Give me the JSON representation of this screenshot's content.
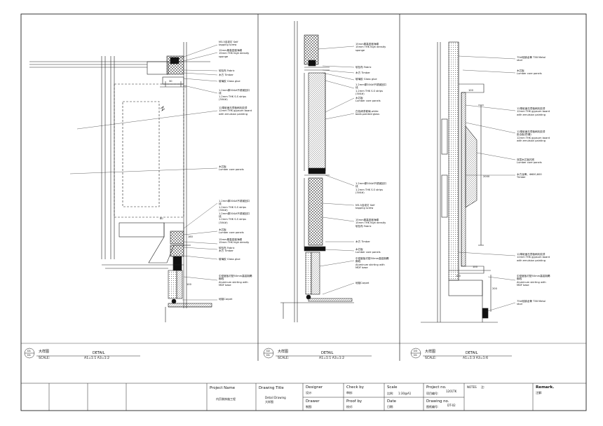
{
  "panels": [
    {
      "key": "p1",
      "notes": [
        "M3.5自攻钉 Self\ntapping screw",
        "15mm厚高密度海绵\n15mm THK high density\nsponge",
        "软包布 Fabric",
        "木方 Timber",
        "玻璃胶 Glass glue",
        "1.2mm厚304#不锈钢回口\n线\n1.2mm THK S.S strips\n(304#)",
        "12厚纸面石膏板刷乳胶漆\n12mm THK gypsum board\nwith emulsion painting",
        "木芯板\nLumber core panels",
        "1.2mm厚304#不锈钢回口\n线\n1.2mm THK S.S strips\n(304#)\n1.2mm厚304#不锈钢回口\n线\n1.2mm THK S.S strips\n(304#)",
        "木芯板\nLumber core panels",
        "15mm厚高密度海绵\n15mm THK high density",
        "软包布 Fabric\n木方 Timber",
        "玻璃胶 Glass glue",
        "中密度板衬垫50mm高铝制踢\n脚线\nAluminum skirting with\nMDF base",
        "地毯Carpet"
      ],
      "dims": [
        "30",
        "80",
        "160",
        "100"
      ],
      "title_cn": "大样图",
      "title_en": "DETAIL",
      "symbol_top": "D1",
      "symbol_bottom": "D1",
      "scale_label": "SCALE:",
      "scale_value": "A1=1:1 A3=1:2"
    },
    {
      "key": "p2",
      "notes": [
        "15mm厚高密度海绵\n15mm THK high density\nsponge",
        "软包布 Fabric",
        "木方 Timber",
        "玻璃胶 Glass glue",
        "1.2mm厚304#不锈钢回口\n线\n1.2mm THK S.S strips\n(304#)",
        "木芯板\nLumber core panels",
        "白色烤漆玻璃 white\nbaek-painted glass",
        "1.2mm厚304#不锈钢回口\n线\n1.2mm THK S.S strips\n(304#)",
        "M3.5自攻钉 Self\ntapping screw",
        "15mm厚高密度海绵\n15mm THK high density\n软包布 Fabric",
        "木方 Timber",
        "木芯板\nLumber core panels",
        "中密度板衬垫50mm高铝制踢\n脚线\nAluminum skirting with\nMDF base",
        "地毯Carpet"
      ],
      "dims": [],
      "title_cn": "大样图",
      "title_en": "DETAIL",
      "symbol_top": "D2",
      "symbol_bottom": "D1",
      "scale_label": "SCALE:",
      "scale_value": "A1=1:1 A3=1:2"
    },
    {
      "key": "p3",
      "notes": [
        "75#轻钢龙骨 T38 Metal\nstud",
        "木芯板\nLumber core panels",
        "12厚纸面石膏板刷乳胶漆\n12mm THK gypsum board\nwith emulsion painting",
        "12厚纸面石膏板刷乳胶漆\n胶合板(防潮)\n12mm THK gypsum board\nwith emulsion painting",
        "双层木芯板衬底\nLumber core panels",
        "木方龙骨，Φ600,600\nTimber",
        "12厚纸面石膏板刷乳胶漆\n12mm THK gypsum board\nwith emulsion painting",
        "中密度板衬垫50mm高铝制踢\n脚线\nAluminum skirting with\nMDF base",
        "75#轻钢龙骨 T38 Metal\nstud"
      ],
      "dims": [
        "100",
        "2000",
        "200",
        "100",
        "100"
      ],
      "title_cn": "大样图",
      "title_en": "DETAIL",
      "symbol_top": "D3",
      "symbol_bottom": "D1",
      "scale_label": "SCALE:",
      "scale_value": "A1=1:3 A3=1:6"
    }
  ],
  "title_block": {
    "project_name_label": "Project Name",
    "project_name_value": "内页装饰施工程",
    "drawing_title_label": "Drawing Title",
    "drawing_title_value": "Detail Drawing\n大样图",
    "designer_label": "Designer",
    "designer_cn": "设计:",
    "drawer_label": "Drawer",
    "drawer_cn": "制图:",
    "check_label": "Check by",
    "check_cn": "审核:",
    "proof_label": "Proof by",
    "proof_cn": "校对:",
    "scale_label": "Scale",
    "scale_cn": "比例:",
    "scale_value": "1:30@A1",
    "date_label": "Date",
    "date_cn": "日期:",
    "project_no_label": "Project no.",
    "project_no_cn": "项目编号:",
    "project_no_value": "1201TK",
    "drawing_no_label": "Drawing no.",
    "drawing_no_cn": "图纸编号:",
    "drawing_no_value": "DT-02",
    "notes_label": "NOTES",
    "notes_cn": "注:",
    "remark_label": "Remark.",
    "remark_cn": "注解:"
  }
}
